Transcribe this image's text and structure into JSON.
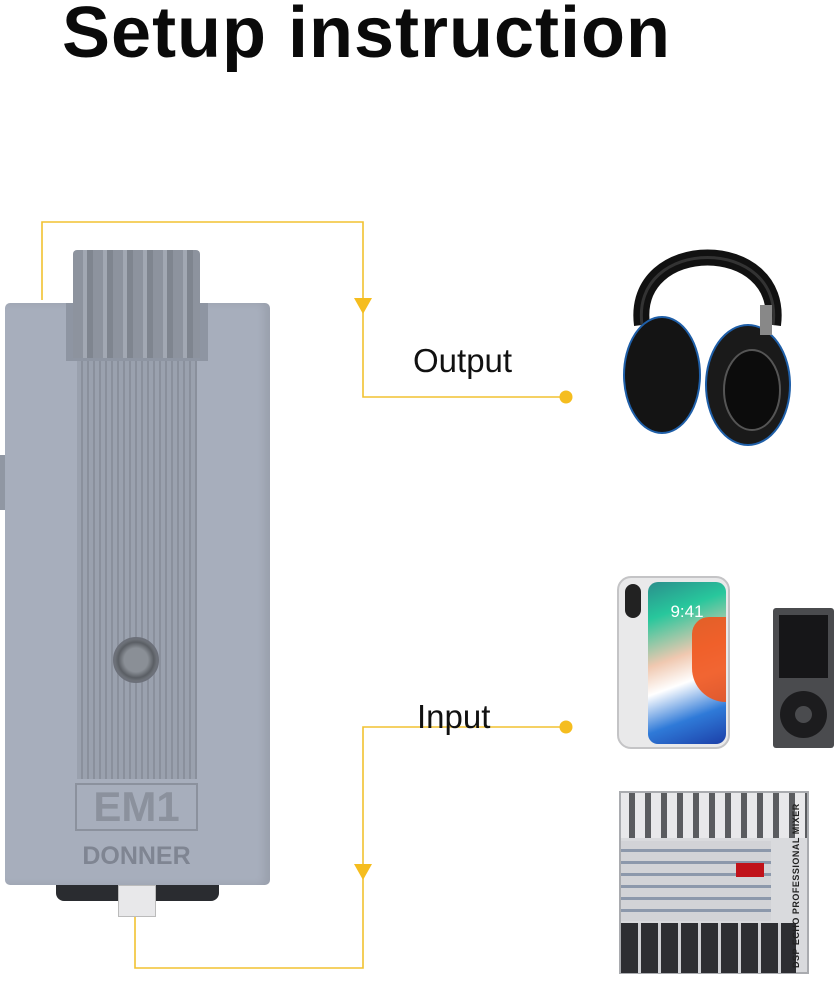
{
  "title": "Setup instruction",
  "labels": {
    "output": "Output",
    "input": "Input"
  },
  "device": {
    "model": "EM1",
    "brand": "DONNER"
  },
  "phone": {
    "time": "9:41"
  },
  "mixer": {
    "label": "DSP ECHO PROFESSIONAL MIXER"
  },
  "colors": {
    "connector_line": "#f2c230",
    "device_body": "#a7aebc"
  }
}
